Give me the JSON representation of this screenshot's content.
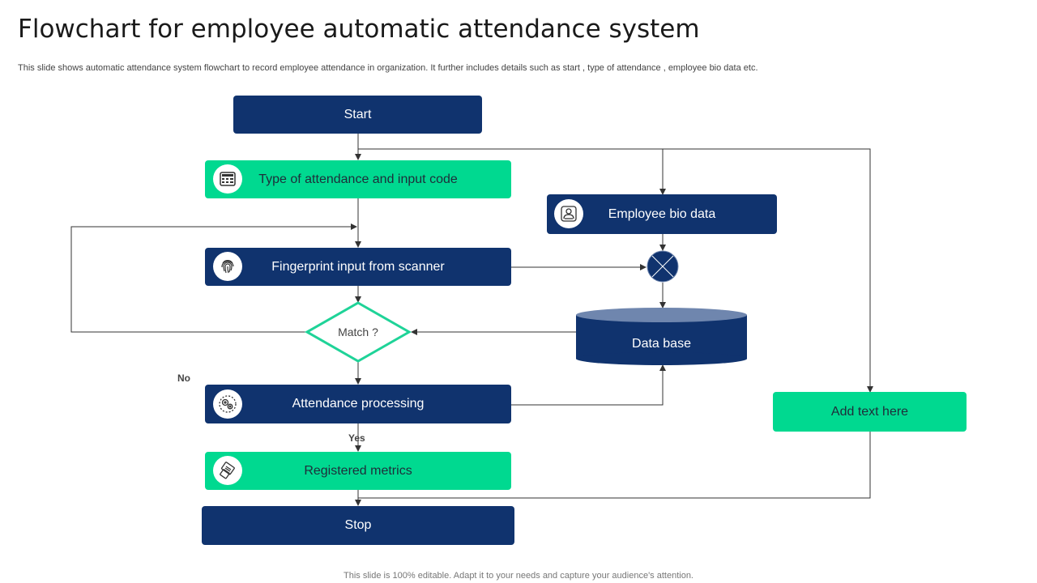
{
  "title": "Flowchart for employee automatic attendance system",
  "subtitle": "This slide shows automatic attendance system flowchart to record employee attendance in organization. It further includes details such as start , type of attendance , employee bio data etc.",
  "footer": "This slide is 100% editable. Adapt it to your needs and capture your audience's attention.",
  "nodes": {
    "start": "Start",
    "attendance_type": "Type of attendance and input code",
    "fingerprint": "Fingerprint input from scanner",
    "match": "Match ?",
    "processing": "Attendance processing",
    "metrics": "Registered metrics",
    "stop": "Stop",
    "bio_data": "Employee bio data",
    "database": "Data base",
    "add_text": "Add text here"
  },
  "edge_labels": {
    "no": "No",
    "yes": "Yes"
  },
  "colors": {
    "dark_blue": "#10336e",
    "green": "#00d990",
    "diamond_border": "#1fd398",
    "db_top": "#6f86ae"
  },
  "icons": {
    "attendance_type": "keypad-icon",
    "fingerprint": "fingerprint-icon",
    "processing": "gears-icon",
    "metrics": "fingerprint-scanner-icon",
    "bio_data": "person-id-icon",
    "junction": "x-circle-icon"
  }
}
